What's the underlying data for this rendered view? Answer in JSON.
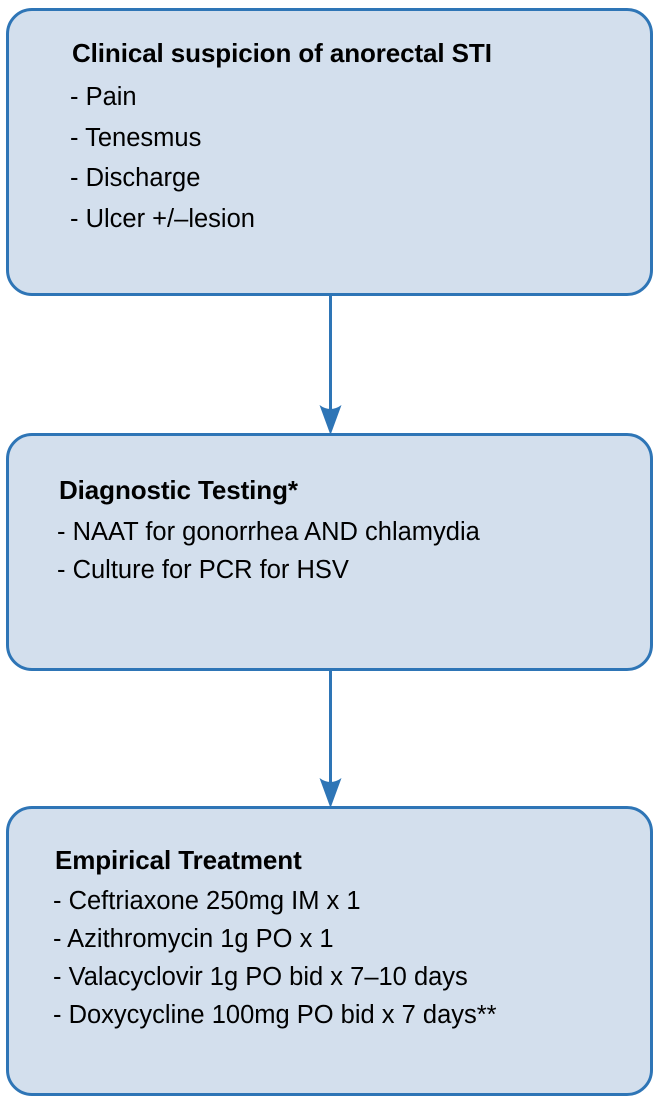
{
  "diagram": {
    "type": "flowchart",
    "orientation": "vertical",
    "colors": {
      "node_fill": "#d3dfed",
      "node_border": "#2e75b6",
      "arrow": "#2e75b6",
      "text": "#000000",
      "background": "#ffffff"
    },
    "nodes": [
      {
        "id": "suspicion",
        "title": "Clinical suspicion of anorectal STI",
        "items": [
          "- Pain",
          "- Tenesmus",
          "- Discharge",
          "- Ulcer +/–lesion"
        ]
      },
      {
        "id": "testing",
        "title": "Diagnostic Testing*",
        "items": [
          "- NAAT for gonorrhea AND chlamydia",
          "- Culture for PCR for HSV"
        ]
      },
      {
        "id": "treatment",
        "title": "Empirical Treatment",
        "items": [
          "- Ceftriaxone 250mg IM x 1",
          "- Azithromycin 1g PO x 1",
          "- Valacyclovir 1g PO bid x 7–10 days",
          "- Doxycycline 100mg PO bid x 7 days**"
        ]
      }
    ],
    "edges": [
      {
        "id": "edge-1",
        "from": "suspicion",
        "to": "testing",
        "arrow": "down"
      },
      {
        "id": "edge-2",
        "from": "testing",
        "to": "treatment",
        "arrow": "down"
      }
    ]
  }
}
